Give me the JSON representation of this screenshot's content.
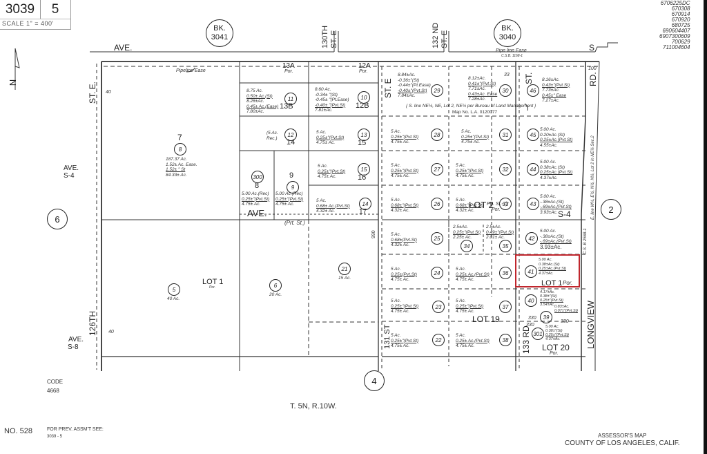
{
  "header": {
    "book": "3039",
    "page": "5",
    "scale": "SCALE 1\" = 400'"
  },
  "revision_stamps": [
    "6706225DC",
    "670308",
    "670914",
    "670920",
    "680725",
    "690604407",
    "6907300609",
    "700629",
    "711004604"
  ],
  "adjacent_books": [
    {
      "label": "BK.",
      "number": "3041"
    },
    {
      "label": "BK.",
      "number": "3040"
    }
  ],
  "adjacent_pages": [
    "6",
    "2",
    "4"
  ],
  "streets": {
    "ave_top": "AVE.",
    "st_e_left": "ST. E.",
    "st_130th": "130TH",
    "st_130th_e": "ST. E",
    "st_132nd": "132 ND",
    "st_132nd_e": "ST. E",
    "ave_s4_left_a": "AVE.",
    "ave_s4_left_b": "S-4",
    "ave_mid": "AVE.",
    "st_126th": "126TH",
    "ave_s8_a": "AVE.",
    "ave_s8_b": "S-8",
    "st_e_mid": "ST. E",
    "st_right": "ST.",
    "rd_right": "RD.",
    "s_right": "S",
    "s4_right": "S-4",
    "rd_133": "133 RD",
    "st_131": "131 ST",
    "longview": "LONGVIEW",
    "prt_st": "(Prt. St.)",
    "prt_st_33": "Prt. St.-7)"
  },
  "notes": {
    "pipeline_left": "Pipeline Ease",
    "pipeline_top": "Pipe line Ease",
    "pipeline_ref": "C.S.B. 1168-1",
    "blm_line1": "{ S. line NE¼, NE, Lot 2, NE¼ per Bureau of Land Management }",
    "blm_line2": "Map No. L.A. 0120077",
    "e_line": "E. line W½, E½, N½, N½, Lot 2 in NE¼ Sec.2",
    "cs_ref": "C.S. B 2568-1",
    "dim_100": "100",
    "dim_990": "990",
    "dim_330a": "330",
    "dim_330b": "330",
    "dim_330c": "330",
    "dim_40": "40",
    "dim_33": "33"
  },
  "lots": {
    "lot13a": "13A",
    "lot13a_por": "Por.",
    "lot12a": "12A",
    "lot12a_por": "Por.",
    "lot1_left": "LOT 1",
    "lot1_left_por": "Por.",
    "lot2": "LOT 2",
    "lot2_por": "Por.",
    "lot19": "LOT 19",
    "lot20": "LOT 20",
    "lot20_por": "Por.",
    "lot1_right": "LOT 1",
    "lot1_right_por": "Por."
  },
  "parcels": [
    {
      "id": "p8",
      "circle": "8",
      "lot": "7",
      "acres": [
        "187.37 Ac.",
        "1.52± Ac. Ease.",
        "1.52± \" St",
        "84.33± Ac."
      ]
    },
    {
      "id": "p11",
      "circle": "11",
      "lot": "13B",
      "acres": [
        "8.75 Ac.",
        "0.50± Ac.(St)",
        "8.26±Ac.",
        "0.45± Ac.(Ease)",
        "7.80±Ac."
      ]
    },
    {
      "id": "p10",
      "circle": "10",
      "lot": "12B",
      "acres": [
        "8.60 Ac.",
        "-0.34± \"(St)",
        "-0.45± \"(Pt.Ease)",
        "-0.40± \"(Pvt.St)",
        "7.81±Ac."
      ]
    },
    {
      "id": "p12",
      "circle": "12",
      "lot": "14",
      "acres": [
        "(5 Ac.",
        "Rec.)"
      ]
    },
    {
      "id": "p13",
      "circle": "13",
      "lot": "15",
      "acres": [
        "5 Ac.",
        "0.25±\"(Pvt.St)",
        "4.75± Ac."
      ]
    },
    {
      "id": "p300",
      "circle": "300",
      "lot": "8",
      "acres": [
        "5.00 Ac.(Rec)",
        "0.25±\"(Pvt.St)",
        "4.75± Ac."
      ]
    },
    {
      "id": "p9",
      "circle": "9",
      "lot": "9",
      "acres": [
        "5.00 Ac.(Rec)",
        "0.25±\"(Pvt.St)",
        "4.75± Ac."
      ]
    },
    {
      "id": "p15",
      "circle": "15",
      "lot": "16",
      "acres": [
        "5 Ac.",
        "0.25±\"(Pvt.St)",
        "4.75± Ac."
      ]
    },
    {
      "id": "p14",
      "circle": "14",
      "lot": "17",
      "acres": [
        "5 Ac.",
        "0.68± Ac.(Pvt.St)",
        "4.32± Ac."
      ]
    },
    {
      "id": "p5",
      "circle": "5",
      "acres": [
        "40 Ac."
      ]
    },
    {
      "id": "p6",
      "circle": "6",
      "acres": [
        "20 Ac."
      ]
    },
    {
      "id": "p21",
      "circle": "21",
      "acres": [
        "15 Ac."
      ]
    },
    {
      "id": "p29",
      "circle": "29",
      "acres": [
        "8.84±Ac.",
        "-0.36±\"(St)",
        "-0.44±\"(Pt.Ease)",
        "-0.40±\"(Pvt.St)",
        "7.84±Ac."
      ]
    },
    {
      "id": "p30",
      "circle": "30",
      "acres": [
        "8.12±Ac.",
        "0.41±\"(Pvt.St)",
        "7.71±Ac.",
        "0.43±Ac. Ease",
        "7.28±Ac."
      ]
    },
    {
      "id": "p46",
      "circle": "46",
      "acres": [
        "8.16±Ac.",
        "0.43±\"(Pvt.St)",
        "7.73±Ac.",
        "0.45±\" Ease",
        "7.27±Ac."
      ]
    },
    {
      "id": "p28",
      "circle": "28",
      "acres": [
        "5 Ac.",
        "0.25±\"(Pvt.St)",
        "4.75± Ac."
      ]
    },
    {
      "id": "p31",
      "circle": "31",
      "acres": [
        "5 Ac.",
        "0.25±\"(Pvt.St)",
        "4.75± Ac."
      ]
    },
    {
      "id": "p45",
      "circle": "45",
      "acres": [
        "5.00 Ac.",
        "0.20±Ac.(St)",
        "0.25±Ac.(Pvt.St)",
        "4.55±Ac."
      ]
    },
    {
      "id": "p27",
      "circle": "27",
      "acres": [
        "5 Ac.",
        "0.25±\"(Pvt.St)",
        "4.75± Ac."
      ]
    },
    {
      "id": "p32",
      "circle": "32",
      "acres": [
        "5 Ac.",
        "0.25±\"(Pvt.St)",
        "4.75± Ac."
      ]
    },
    {
      "id": "p44",
      "circle": "44",
      "acres": [
        "5.00 Ac.",
        "0.38±Ac.(St)",
        "0.25±Ac.(Pvt.St)",
        "4.37±Ac."
      ]
    },
    {
      "id": "p26",
      "circle": "26",
      "acres": [
        "5 Ac.",
        "0.68±\"(Pvt.St)",
        "4.32± Ac."
      ]
    },
    {
      "id": "p33",
      "circle": "33",
      "acres": [
        "5 Ac.",
        "0.68±\"(Pvt.St)",
        "4.32± Ac."
      ]
    },
    {
      "id": "p43",
      "circle": "43",
      "acres": [
        "5.00 Ac.",
        "-.38±Ac.(St)",
        "-.69±Ac.(Pvt.St)",
        "3.93±Ac."
      ]
    },
    {
      "id": "p25",
      "circle": "25",
      "acres": [
        "5 Ac.",
        "0.68±(Pvt.St)",
        "4.32± Ac."
      ]
    },
    {
      "id": "p34",
      "circle": "34",
      "acres": [
        "2.5±Ac.",
        "0.25±\"(Pvt.St)",
        "2.25± Ac."
      ]
    },
    {
      "id": "p35",
      "circle": "35",
      "acres": [
        "2.5±Ac.",
        "0.49±\"(Pvt.St)",
        "2.01± Ac."
      ]
    },
    {
      "id": "p42",
      "circle": "42",
      "acres": [
        "5.00 Ac.",
        "-.38±Ac.(St)",
        "-.69±Ac.(Pvt.St)",
        "3.93±Ac."
      ]
    },
    {
      "id": "p24",
      "circle": "24",
      "acres": [
        "5 Ac.",
        "0.25±(Pvt.St)",
        "4.75± Ac."
      ]
    },
    {
      "id": "p36",
      "circle": "36",
      "acres": [
        "5 Ac.",
        "0.25± Ac.(Pvt.St)",
        "4.75± Ac."
      ]
    },
    {
      "id": "p41",
      "circle": "41",
      "acres": [
        "5.00 Ac.",
        "0.38±Ac.(St)",
        "0.25±Ac.(Pvt.St)",
        "4.37±Ac."
      ]
    },
    {
      "id": "p23",
      "circle": "23",
      "acres": [
        "5 Ac.",
        "0.25±\"(Pvt.St)",
        "4.75± Ac."
      ]
    },
    {
      "id": "p37",
      "circle": "37",
      "acres": [
        "5 Ac.",
        "0.25±\"(Pvt.St)",
        "4.75± Ac."
      ]
    },
    {
      "id": "p40",
      "circle": "40",
      "acres": [
        "4.17±Ac.",
        "0.38±\"(St)",
        "0.25±\"(Pvt.St)",
        "3.54±Ac."
      ]
    },
    {
      "id": "p39",
      "circle": "39",
      "acres": [
        "0.83±Ac.",
        "0.07±\"(Pvt.St)"
      ]
    },
    {
      "id": "p22",
      "circle": "22",
      "acres": [
        "5 Ac.",
        "0.25±\"(Pvt.St)",
        "4.75± Ac."
      ]
    },
    {
      "id": "p38",
      "circle": "38",
      "acres": [
        "5 Ac.",
        "0.25± Ac.(Pvt.St)",
        "4.75± Ac."
      ]
    },
    {
      "id": "p301",
      "circle": "301",
      "acres": [
        "5.00 Ac.",
        "0.38±\"(St)",
        "0.25±\"(Pvt.St)",
        "4.37±Ac."
      ]
    }
  ],
  "highlight": {
    "parcel": "41",
    "color": "#c0262d"
  },
  "north_arrow": "N",
  "footer": {
    "code_label": "CODE",
    "code_value": "4668",
    "township": "T. 5N,  R.10W.",
    "map_no": "NO. 528",
    "prev_label": "FOR PREV. ASSM'T SEE:",
    "prev_value": "3039 - 5",
    "assessor_line1": "ASSESSOR'S MAP",
    "assessor_line2": "COUNTY OF LOS ANGELES, CALIF."
  }
}
